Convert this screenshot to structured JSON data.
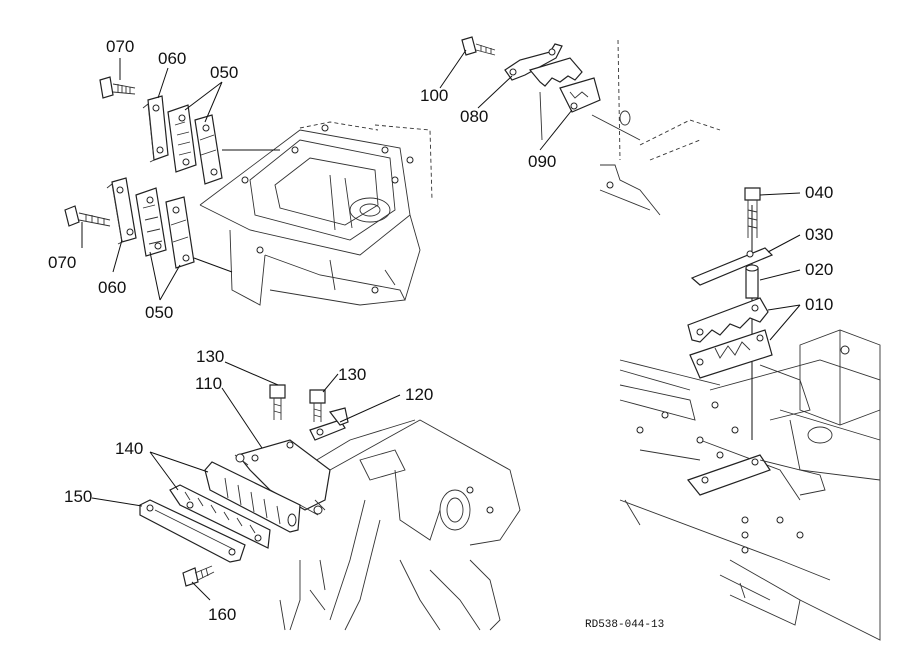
{
  "labels": {
    "p070a": "070",
    "p060a": "060",
    "p050a": "050",
    "p070b": "070",
    "p060b": "060",
    "p050b": "050",
    "p100": "100",
    "p080": "080",
    "p090": "090",
    "p040": "040",
    "p030": "030",
    "p020": "020",
    "p010": "010",
    "p130a": "130",
    "p130b": "130",
    "p110": "110",
    "p120": "120",
    "p140": "140",
    "p150": "150",
    "p160": "160"
  },
  "ref_code": "RD538-044-13"
}
